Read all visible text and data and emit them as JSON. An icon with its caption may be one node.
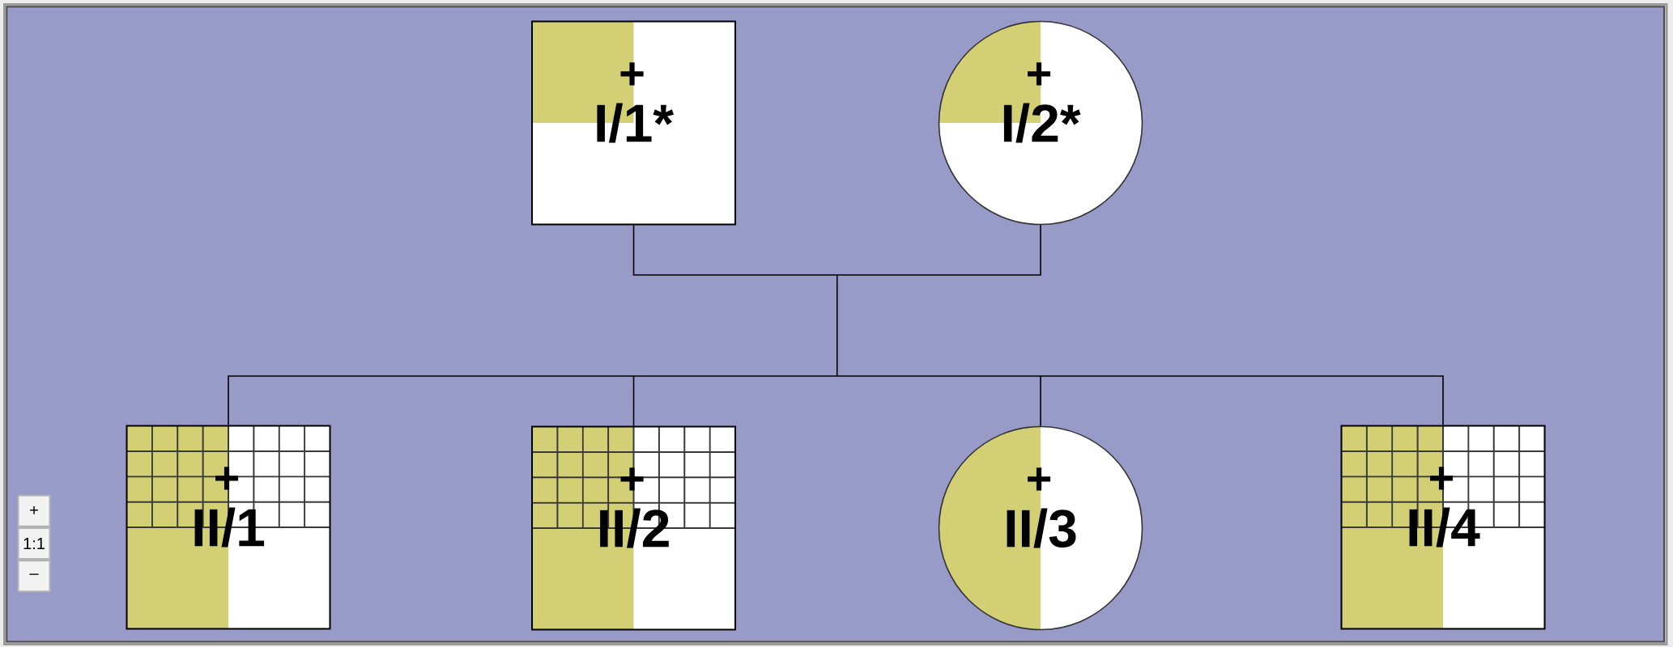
{
  "diagram": {
    "nodes": [
      {
        "text": [
          "+",
          "I/1*"
        ]
      },
      {
        "text": [
          "+",
          "I/2*"
        ]
      },
      {
        "text": [
          "+",
          "II/1"
        ]
      },
      {
        "text": [
          "+",
          "II/2"
        ]
      },
      {
        "text": [
          "+",
          "II/3"
        ]
      },
      {
        "text": [
          "+",
          "II/4"
        ]
      }
    ],
    "edges": [
      {
        "from": 0,
        "to": 2,
        "arrow": "none"
      },
      {
        "from": 0,
        "to": 3,
        "arrow": "none"
      },
      {
        "from": 0,
        "to": 4,
        "arrow": "none"
      },
      {
        "from": 0,
        "to": 5,
        "arrow": "none"
      },
      {
        "from": 1,
        "to": 2,
        "arrow": "none"
      },
      {
        "from": 1,
        "to": 3,
        "arrow": "none"
      },
      {
        "from": 1,
        "to": 4,
        "arrow": "none"
      },
      {
        "from": 1,
        "to": 5,
        "arrow": "none"
      }
    ],
    "labels": [
      "+",
      "1:1",
      "–"
    ]
  }
}
